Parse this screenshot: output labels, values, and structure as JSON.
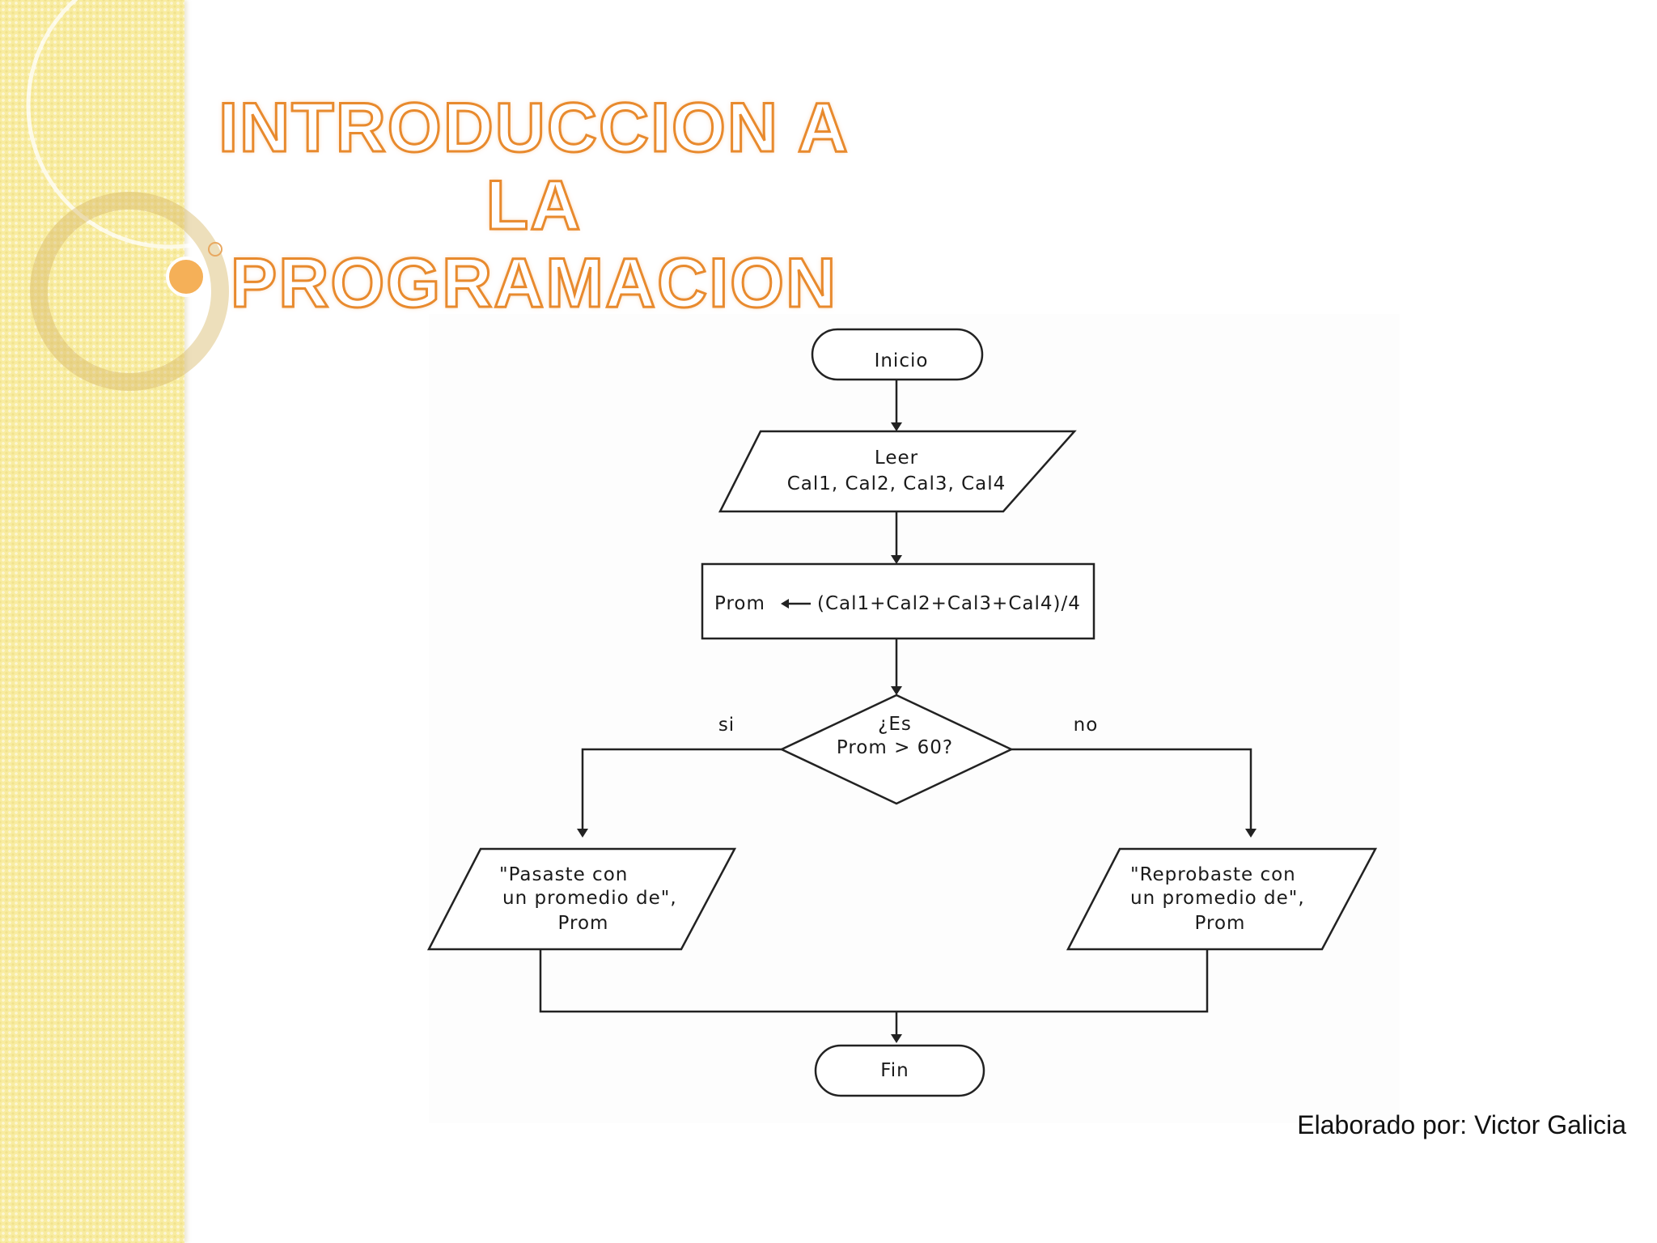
{
  "slide": {
    "title_lines": [
      "INTRODUCCION A",
      "LA",
      "PROGRAMACION"
    ],
    "credit": "Elaborado por: Victor Galicia",
    "accent_color": "#e88a2e",
    "sidebar_color": "#f8eca0"
  },
  "flowchart": {
    "start": "Inicio",
    "input_label": "Leer",
    "input_vars": "Cal1, Cal2, Cal3, Cal4",
    "process_var": "Prom",
    "process_expr": "(Cal1+Cal2+Cal3+Cal4)/4",
    "decision_line1": "¿Es",
    "decision_line2": "Prom > 60?",
    "branch_yes": "si",
    "branch_no": "no",
    "output_yes": [
      "\"Pasaste con",
      "un promedio de\",",
      "Prom"
    ],
    "output_no": [
      "\"Reprobaste con",
      "un promedio de\",",
      "Prom"
    ],
    "end": "Fin"
  }
}
